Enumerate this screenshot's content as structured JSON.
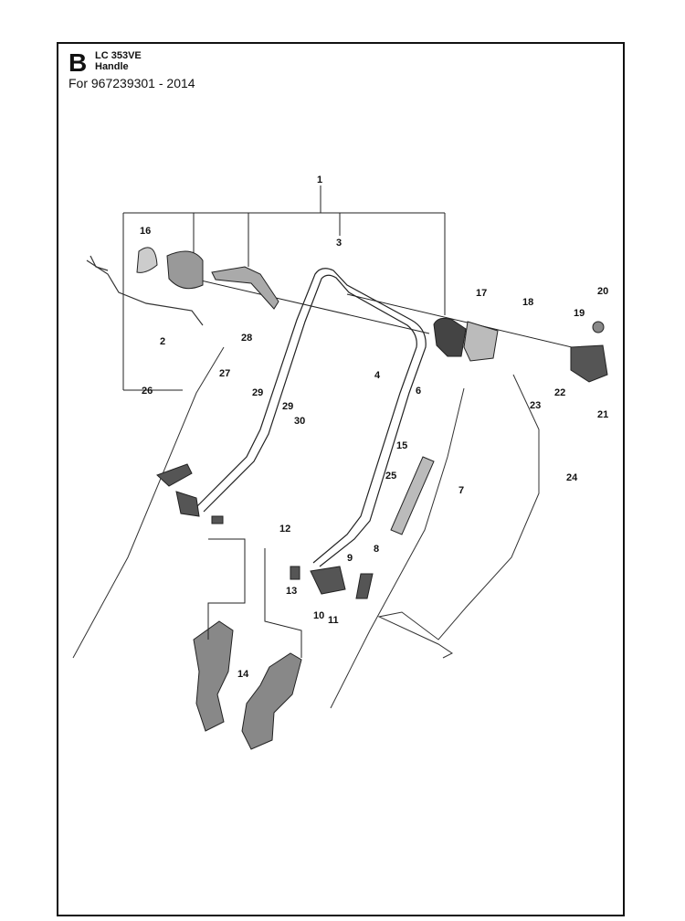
{
  "header": {
    "section": "B",
    "model": "LC 353VE",
    "subtitle": "Handle",
    "applies_to": "For 967239301 - 2014"
  },
  "callouts": [
    {
      "id": "1",
      "label": "1"
    },
    {
      "id": "2",
      "label": "2"
    },
    {
      "id": "3",
      "label": "3"
    },
    {
      "id": "4",
      "label": "4"
    },
    {
      "id": "6",
      "label": "6"
    },
    {
      "id": "7",
      "label": "7"
    },
    {
      "id": "8",
      "label": "8"
    },
    {
      "id": "9",
      "label": "9"
    },
    {
      "id": "10",
      "label": "10"
    },
    {
      "id": "11",
      "label": "11"
    },
    {
      "id": "12",
      "label": "12"
    },
    {
      "id": "13",
      "label": "13"
    },
    {
      "id": "14",
      "label": "14"
    },
    {
      "id": "15",
      "label": "15"
    },
    {
      "id": "16",
      "label": "16"
    },
    {
      "id": "17",
      "label": "17"
    },
    {
      "id": "18",
      "label": "18"
    },
    {
      "id": "19",
      "label": "19"
    },
    {
      "id": "20",
      "label": "20"
    },
    {
      "id": "21",
      "label": "21"
    },
    {
      "id": "22",
      "label": "22"
    },
    {
      "id": "23",
      "label": "23"
    },
    {
      "id": "24",
      "label": "24"
    },
    {
      "id": "25",
      "label": "25"
    },
    {
      "id": "26",
      "label": "26"
    },
    {
      "id": "27",
      "label": "27"
    },
    {
      "id": "28",
      "label": "28"
    },
    {
      "id": "29a",
      "label": "29"
    },
    {
      "id": "29b",
      "label": "29"
    },
    {
      "id": "30",
      "label": "30"
    }
  ]
}
